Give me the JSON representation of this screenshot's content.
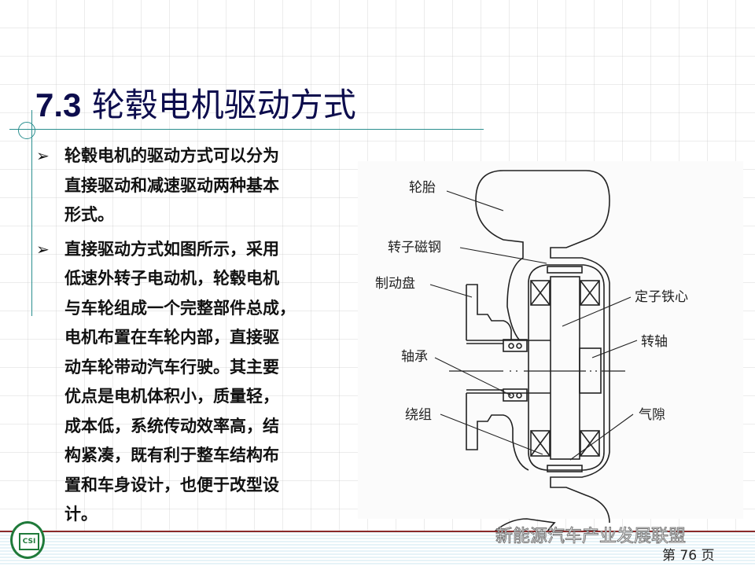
{
  "title": {
    "number": "7.3",
    "text": "轮毂电机驱动方式"
  },
  "bullets": [
    {
      "lines": [
        "轮毂电机的驱动方式可以分为",
        "直接驱动和减速驱动两种基本",
        "形式。"
      ]
    },
    {
      "lines": [
        "直接驱动方式如图所示，采用",
        "低速外转子电动机，轮毂电机",
        "与车轮组成一个完整部件总成，",
        "电机布置在车轮内部，直接驱",
        "动车轮带动汽车行驶。其主要",
        "优点是电机体积小，质量轻，",
        "成本低，系统传动效率高，结",
        "构紧凑，既有利于整车结构布",
        "置和车身设计，也便于改型设",
        "计。"
      ]
    }
  ],
  "diagram": {
    "labels": {
      "tire": "轮胎",
      "rotor_magnet": "转子磁钢",
      "brake_disc": "制动盘",
      "stator_core": "定子铁心",
      "shaft": "转轴",
      "bearing": "轴承",
      "winding": "绕组",
      "air_gap": "气隙"
    }
  },
  "footer": {
    "watermark": "新能源汽车产业发展联盟",
    "page": "第 76 页",
    "logo_text": "CSI"
  }
}
